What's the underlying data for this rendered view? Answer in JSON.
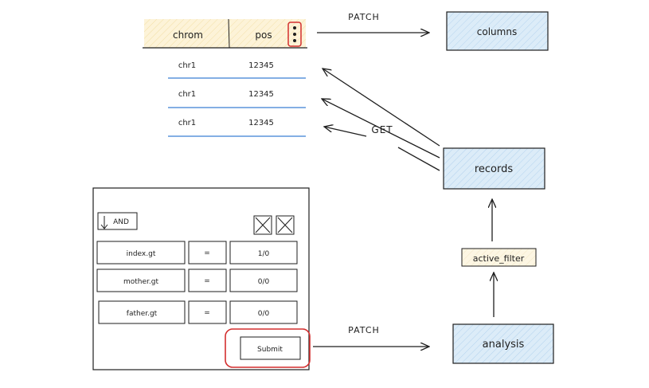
{
  "table": {
    "headers": [
      "chrom",
      "pos"
    ],
    "rows": [
      [
        "chr1",
        "12345"
      ],
      [
        "chr1",
        "12345"
      ],
      [
        "chr1",
        "12345"
      ]
    ]
  },
  "nodes": {
    "columns": "columns",
    "records": "records",
    "active_filter": "active_filter",
    "analysis": "analysis"
  },
  "edges": {
    "patch_top": "PATCH",
    "get": "GET",
    "patch_bottom": "PATCH"
  },
  "filter_form": {
    "logic": "AND",
    "rows": [
      {
        "field": "index.gt",
        "op": "=",
        "value": "1/0"
      },
      {
        "field": "mother.gt",
        "op": "=",
        "value": "0/0"
      },
      {
        "field": "father.gt",
        "op": "=",
        "value": "0/0"
      }
    ],
    "submit": "Submit"
  },
  "colors": {
    "header_fill": "#fdf3d8",
    "node_fill": "#dcecf8",
    "filter_fill": "#fdf6e3",
    "highlight_red": "#d32f2f",
    "row_line": "#3a7fd4",
    "stroke": "#1e1e1e"
  }
}
